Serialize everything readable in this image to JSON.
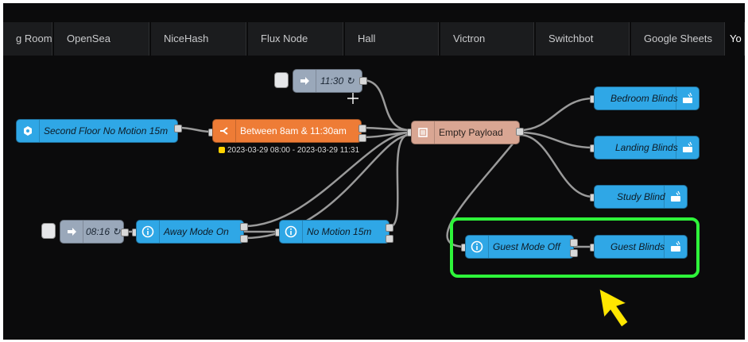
{
  "tabs": [
    {
      "label": "g Room"
    },
    {
      "label": "OpenSea"
    },
    {
      "label": "NiceHash"
    },
    {
      "label": "Flux Node"
    },
    {
      "label": "Hall"
    },
    {
      "label": "Victron"
    },
    {
      "label": "Switchbot"
    },
    {
      "label": "Google Sheets"
    },
    {
      "label": "Yo"
    }
  ],
  "nodes": {
    "inject_1130": {
      "label": "11:30 ↻"
    },
    "inject_0816": {
      "label": "08:16 ↻"
    },
    "second_floor": {
      "label": "Second Floor No Motion 15m"
    },
    "between": {
      "label": "Between 8am & 11:30am"
    },
    "between_status": {
      "label": "2023-03-29 08:00 - 2023-03-29 11:31"
    },
    "empty_payload": {
      "label": "Empty Payload"
    },
    "bedroom_blinds": {
      "label": "Bedroom Blinds"
    },
    "landing_blinds": {
      "label": "Landing Blinds"
    },
    "study_blind": {
      "label": "Study Blind"
    },
    "away_mode": {
      "label": "Away Mode On"
    },
    "no_motion": {
      "label": "No Motion 15m"
    },
    "guest_mode": {
      "label": "Guest Mode Off"
    },
    "guest_blinds": {
      "label": "Guest Blinds"
    }
  },
  "colors": {
    "canvas": "#0b0b0c",
    "node_blue": "#2fa7e6",
    "node_orange": "#ee7c36",
    "node_salmon": "#d9a693",
    "node_grey": "#9aa8ba",
    "wire": "#9a9a9a",
    "highlight": "#2ef53a",
    "cursor": "#ffe600"
  }
}
